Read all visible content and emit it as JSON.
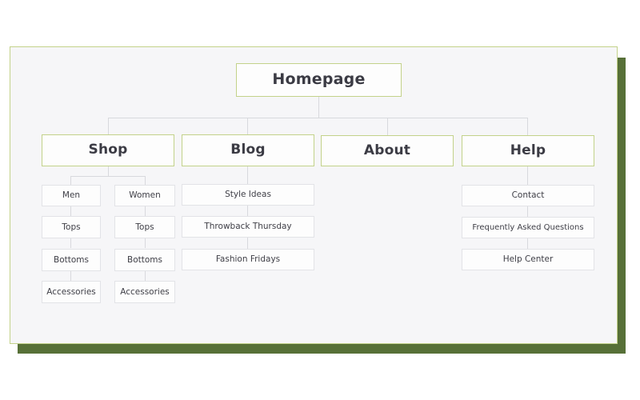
{
  "diagram": {
    "type": "sitemap-tree",
    "title_node": "Homepage",
    "colors": {
      "primary_border": "#c3d28a",
      "leaf_border": "#e2e3e7",
      "connector": "#d8d9dd",
      "canvas_bg": "#f6f6f8",
      "shadow_block": "#577038",
      "text": "#3b3b44"
    },
    "root": {
      "label": "Homepage"
    },
    "sections": [
      {
        "label": "Shop",
        "columns": [
          {
            "label": "Men",
            "items": [
              "Men",
              "Tops",
              "Bottoms",
              "Accessories"
            ]
          },
          {
            "label": "Women",
            "items": [
              "Women",
              "Tops",
              "Bottoms",
              "Accessories"
            ]
          }
        ]
      },
      {
        "label": "Blog",
        "columns": [
          {
            "label": "Blog",
            "items": [
              "Style Ideas",
              "Throwback Thursday",
              "Fashion Fridays"
            ]
          }
        ]
      },
      {
        "label": "About",
        "columns": []
      },
      {
        "label": "Help",
        "columns": [
          {
            "label": "Help",
            "items": [
              "Contact",
              "Frequently Asked Questions",
              "Help Center"
            ]
          }
        ]
      }
    ],
    "nodes": {
      "root": "Homepage",
      "shop": "Shop",
      "blog": "Blog",
      "about": "About",
      "help": "Help",
      "men": "Men",
      "men_tops": "Tops",
      "men_bottoms": "Bottoms",
      "men_accessories": "Accessories",
      "women": "Women",
      "women_tops": "Tops",
      "women_bottoms": "Bottoms",
      "women_accessories": "Accessories",
      "style_ideas": "Style Ideas",
      "throwback_thursday": "Throwback Thursday",
      "fashion_fridays": "Fashion Fridays",
      "contact": "Contact",
      "faq": "Frequently Asked Questions",
      "help_center": "Help Center"
    }
  }
}
